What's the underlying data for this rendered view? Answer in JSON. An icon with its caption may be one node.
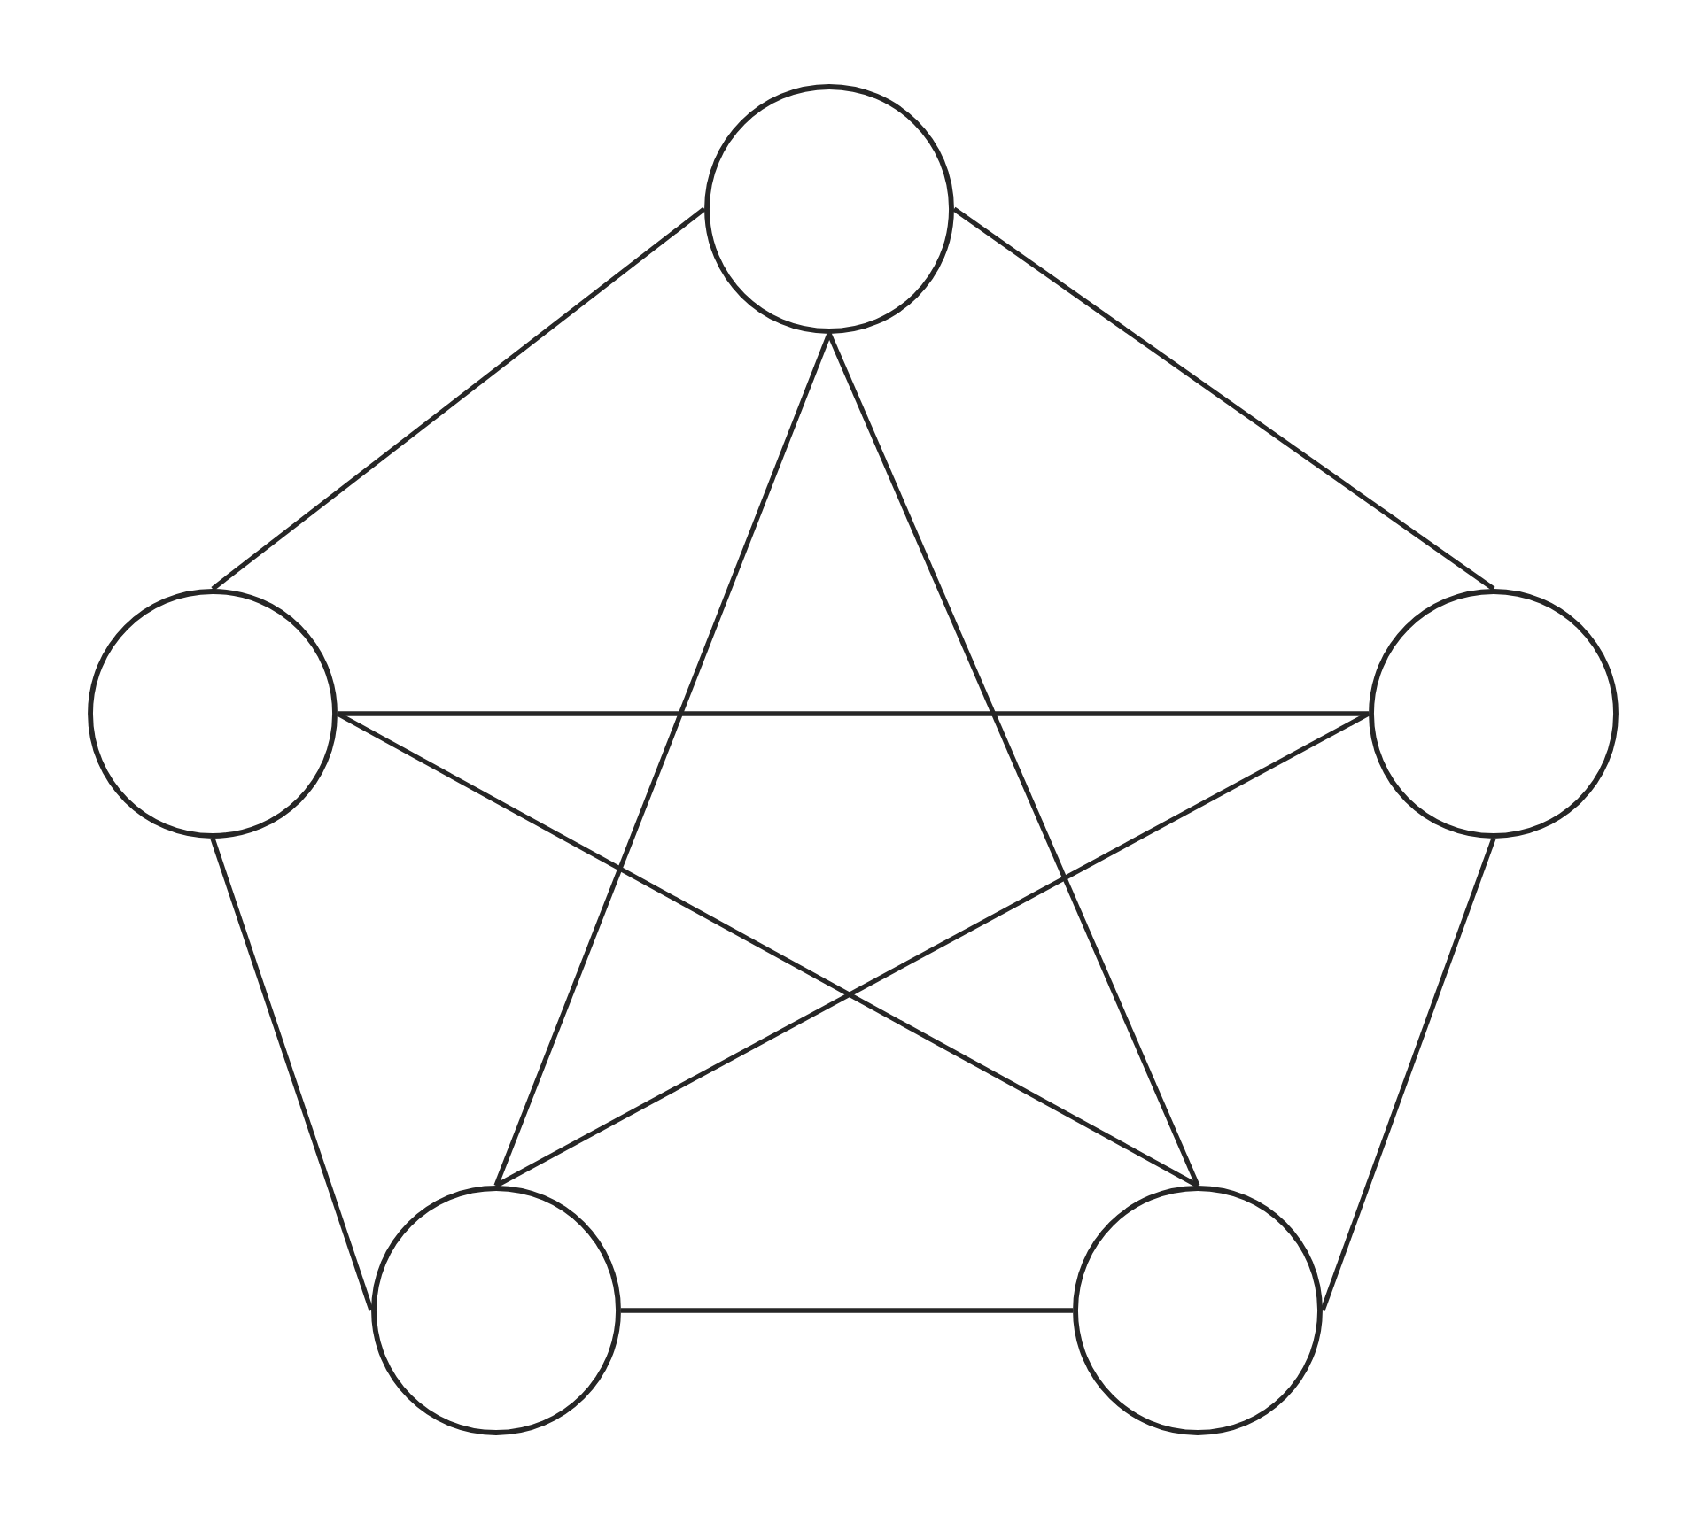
{
  "diagram": {
    "nodes": [
      {
        "text": [],
        "shape": "circle"
      },
      {
        "text": [],
        "shape": "circle"
      },
      {
        "text": [],
        "shape": "circle"
      },
      {
        "text": [],
        "shape": "circle"
      },
      {
        "text": [],
        "shape": "circle"
      }
    ],
    "edges": [
      {
        "from": 0,
        "to": 1,
        "arrow": "none"
      },
      {
        "from": 0,
        "to": 2,
        "arrow": "none"
      },
      {
        "from": 0,
        "to": 3,
        "arrow": "none"
      },
      {
        "from": 0,
        "to": 4,
        "arrow": "none"
      },
      {
        "from": 1,
        "to": 2,
        "arrow": "none"
      },
      {
        "from": 1,
        "to": 4,
        "arrow": "none"
      },
      {
        "from": 2,
        "to": 3,
        "arrow": "none"
      },
      {
        "from": 1,
        "to": 3,
        "arrow": "none"
      },
      {
        "from": 2,
        "to": 4,
        "arrow": "none"
      },
      {
        "from": 3,
        "to": 4,
        "arrow": "none"
      }
    ]
  }
}
